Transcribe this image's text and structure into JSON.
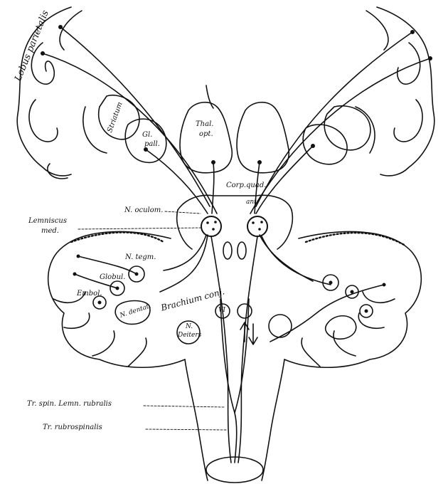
{
  "labels": {
    "lobus_parietalis": "Lobus parietalis",
    "striatum": "Striatum",
    "gl_pall_1": "Gl.",
    "gl_pall_2": "pall.",
    "thal_1": "Thal.",
    "thal_2": "opt.",
    "corp_quad_1": "Corp.quad.",
    "corp_quad_2": "ant.",
    "n_oculom": "N. oculom.",
    "lemniscus_1": "Lemniscus",
    "lemniscus_2": "med.",
    "n_tegm": "N. tegm.",
    "globul": "Globul.",
    "embol": "Embol.",
    "n_dentat": "N. dentat.",
    "brachium_conj": "Brachium conj.",
    "n_deiters_1": "N.",
    "n_deiters_2": "Deiters",
    "vi": "VI",
    "tr_spin": "Tr. spin. Lemn. rubralis",
    "tr_rubro": "Tr. rubrospinalis"
  }
}
